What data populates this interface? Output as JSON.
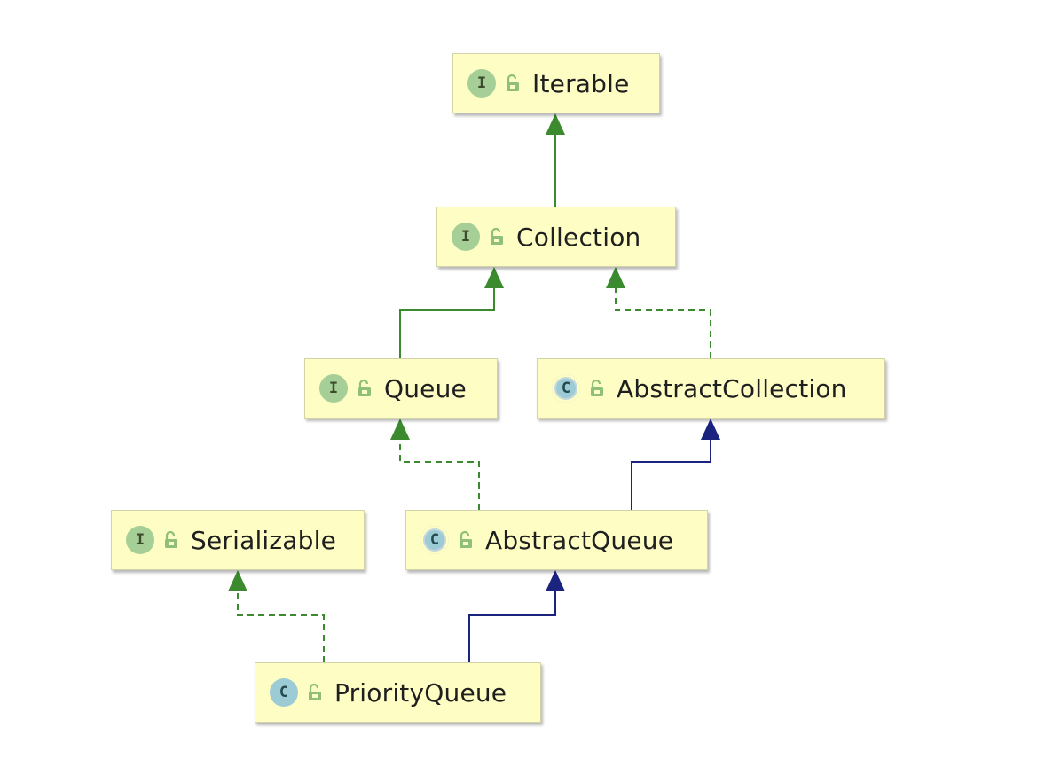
{
  "diagram": {
    "nodes": [
      {
        "id": "iterable",
        "label": "Iterable",
        "kind": "interface",
        "icon_letter": "I"
      },
      {
        "id": "collection",
        "label": "Collection",
        "kind": "interface",
        "icon_letter": "I"
      },
      {
        "id": "queue",
        "label": "Queue",
        "kind": "interface",
        "icon_letter": "I"
      },
      {
        "id": "abstract-collection",
        "label": "AbstractCollection",
        "kind": "abstract-class",
        "icon_letter": "C"
      },
      {
        "id": "serializable",
        "label": "Serializable",
        "kind": "interface",
        "icon_letter": "I"
      },
      {
        "id": "abstract-queue",
        "label": "AbstractQueue",
        "kind": "abstract-class",
        "icon_letter": "C"
      },
      {
        "id": "priority-queue",
        "label": "PriorityQueue",
        "kind": "class",
        "icon_letter": "C"
      }
    ],
    "edges": [
      {
        "from": "collection",
        "to": "iterable",
        "relation": "extends-interface",
        "line": "solid",
        "color": "#3c8a2e"
      },
      {
        "from": "queue",
        "to": "collection",
        "relation": "extends-interface",
        "line": "solid",
        "color": "#3c8a2e"
      },
      {
        "from": "abstract-collection",
        "to": "collection",
        "relation": "implements",
        "line": "dashed",
        "color": "#3c8a2e"
      },
      {
        "from": "abstract-queue",
        "to": "queue",
        "relation": "implements",
        "line": "dashed",
        "color": "#3c8a2e"
      },
      {
        "from": "abstract-queue",
        "to": "abstract-collection",
        "relation": "extends-class",
        "line": "solid",
        "color": "#1a237e"
      },
      {
        "from": "priority-queue",
        "to": "serializable",
        "relation": "implements",
        "line": "dashed",
        "color": "#3c8a2e"
      },
      {
        "from": "priority-queue",
        "to": "abstract-queue",
        "relation": "extends-class",
        "line": "solid",
        "color": "#1a237e"
      }
    ],
    "colors": {
      "node_fill": "#fdfdc4",
      "interface_icon": "#a6cf98",
      "class_icon": "#9ccbd6",
      "realization_green": "#3c8a2e",
      "inheritance_navy": "#1a237e",
      "lock_icon": "#8fbf7a"
    },
    "icons": {
      "interface": "interface-i-icon",
      "class": "class-c-icon",
      "abstract-class": "abstract-class-c-icon",
      "visibility": "public-unlocked-padlock-icon"
    }
  }
}
